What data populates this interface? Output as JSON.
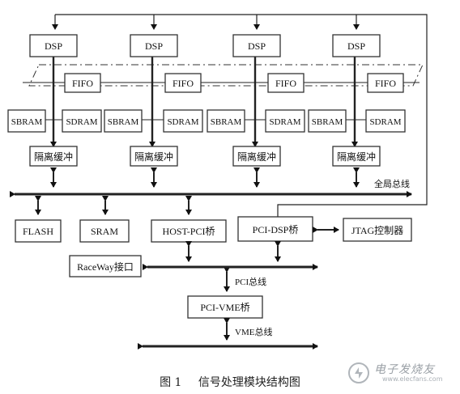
{
  "diagram": {
    "dsp_label": "DSP",
    "fifo_label": "FIFO",
    "sbram_label": "SBRAM",
    "sdram_label": "SDRAM",
    "isolation_label": "隔离缓冲",
    "global_bus_label": "全局总线",
    "flash_label": "FLASH",
    "sram_label": "SRAM",
    "host_pci_label": "HOST-PCI桥",
    "pci_dsp_label": "PCI-DSP桥",
    "jtag_label": "JTAG控制器",
    "raceway_label": "RaceWay接口",
    "pci_bus_label": "PCI总线",
    "pci_vme_label": "PCI-VME桥",
    "vme_bus_label": "VME总线"
  },
  "caption": {
    "figure_number": "图 1",
    "title": "信号处理模块结构图"
  },
  "watermark": {
    "text": "电子发烧友",
    "url": "www.elecfans.com"
  }
}
